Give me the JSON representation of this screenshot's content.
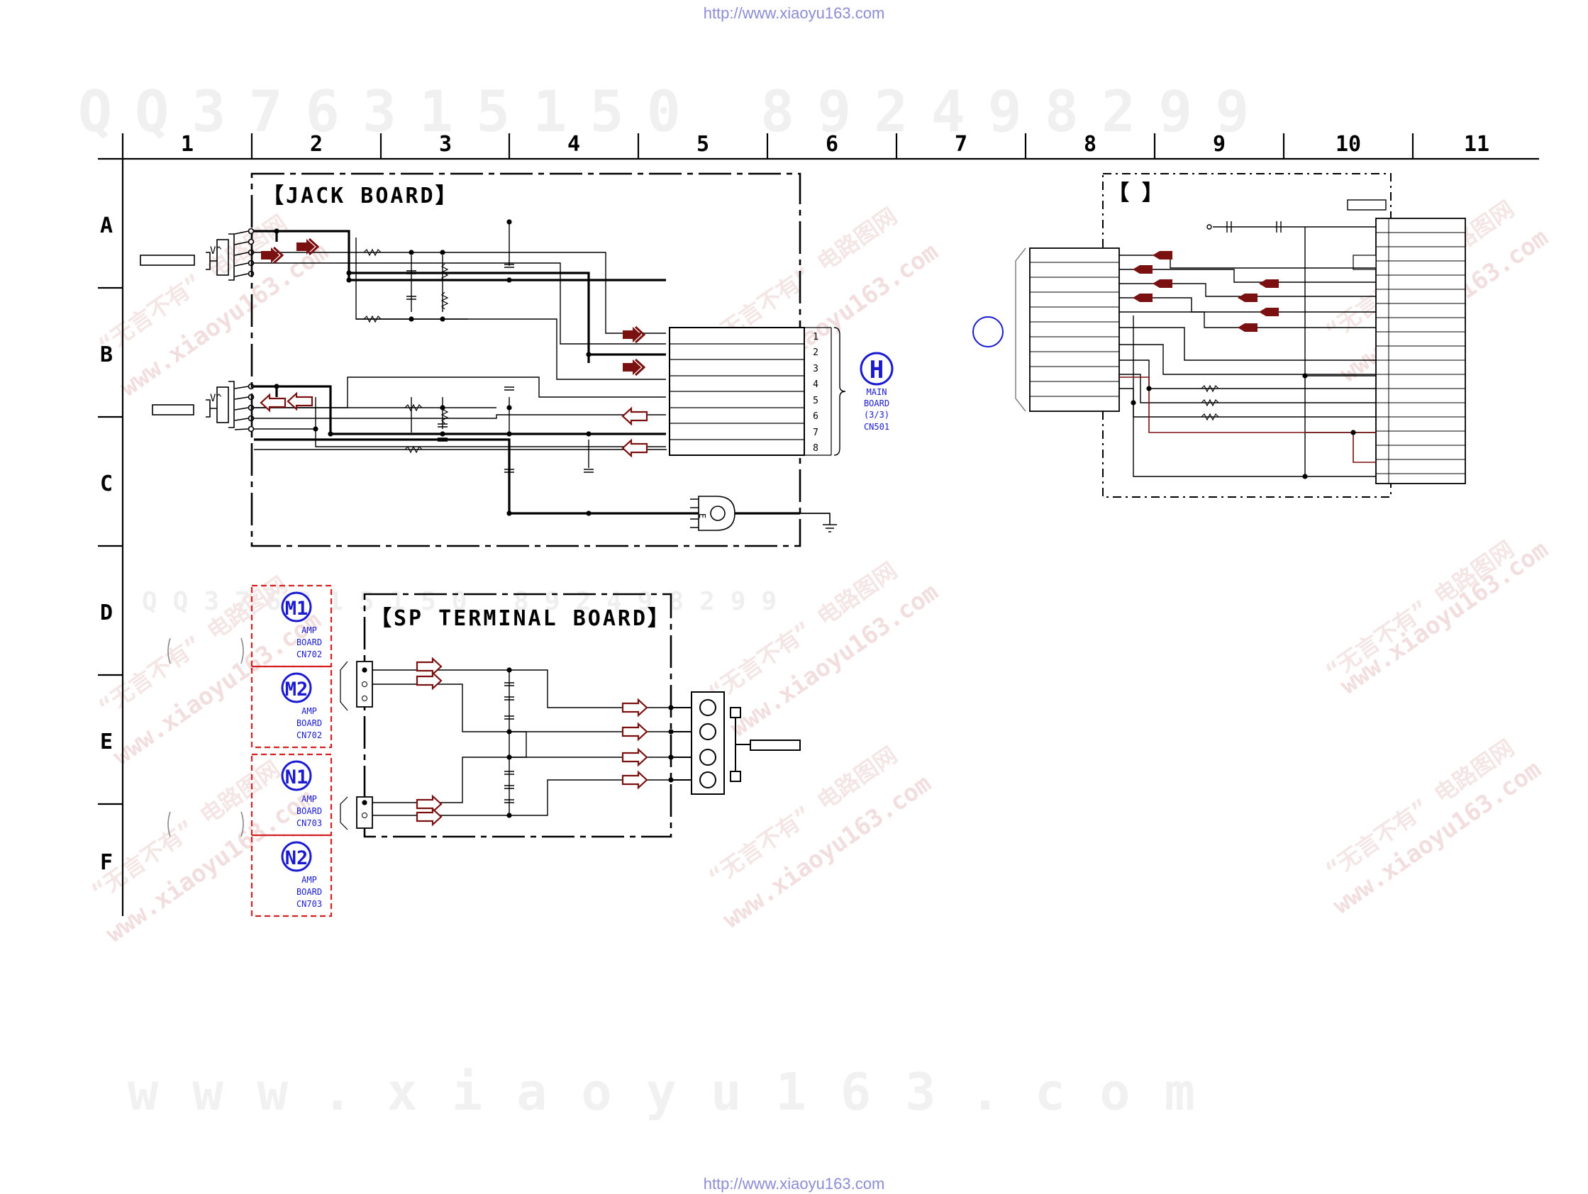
{
  "header_url": "http://www.xiaoyu163.com",
  "footer_url": "http://www.xiaoyu163.com",
  "grid": {
    "columns": [
      "1",
      "2",
      "3",
      "4",
      "5",
      "6",
      "7",
      "8",
      "9",
      "10",
      "11"
    ],
    "rows": [
      "A",
      "B",
      "C",
      "D",
      "E",
      "F"
    ]
  },
  "watermarks": {
    "top_digits": "QQ376315150  892498299",
    "mid_digits": "QQ376315150  892498299",
    "bottom_site": "www.xiaoyu163.com",
    "diagonal_site": "www.xiaoyu163.com",
    "diagonal_cn": "“无言不有” 电路图网"
  },
  "jack_board": {
    "title": "【JACK BOARD】",
    "connector_pins": [
      "1",
      "2",
      "3",
      "4",
      "5",
      "6",
      "7",
      "8"
    ],
    "ref": {
      "letter": "H",
      "lines": [
        "MAIN",
        "BOARD",
        "(3/3)",
        "CN501"
      ]
    },
    "jack_mark": "V^",
    "part_mark": "E"
  },
  "sp_terminal_board": {
    "title": "【SP TERMINAL BOARD】"
  },
  "amp_refs": [
    {
      "id": "M1",
      "lines": [
        "AMP",
        "BOARD",
        "CN702"
      ]
    },
    {
      "id": "M2",
      "lines": [
        "AMP",
        "BOARD",
        "CN702"
      ]
    },
    {
      "id": "N1",
      "lines": [
        "AMP",
        "BOARD",
        "CN703"
      ]
    },
    {
      "id": "N2",
      "lines": [
        "AMP",
        "BOARD",
        "CN703"
      ]
    }
  ],
  "right_board": {
    "title": "【          】"
  },
  "colors": {
    "line": "#000000",
    "signal_arrow": "#7a1010",
    "ref_blue": "#1a1ad0",
    "amp_box_red": "#d42020",
    "url_blue": "#8c8cd6"
  }
}
